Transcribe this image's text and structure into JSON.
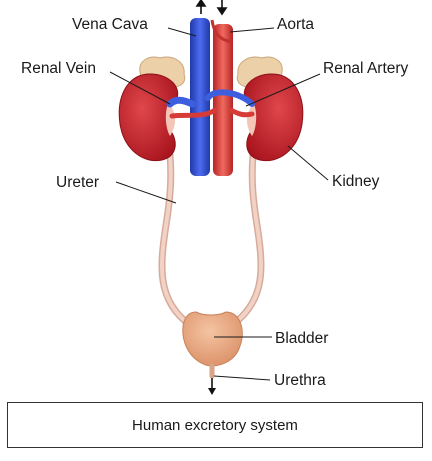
{
  "labels": {
    "vena_cava": "Vena Cava",
    "aorta": "Aorta",
    "renal_vein": "Renal Vein",
    "renal_artery": "Renal Artery",
    "ureter": "Ureter",
    "kidney": "Kidney",
    "bladder": "Bladder",
    "urethra": "Urethra"
  },
  "caption": "Human excretory system",
  "colors": {
    "kidney": "#c8232c",
    "vein": "#2f4fd0",
    "artery": "#d93a38",
    "adrenal": "#e9c9a0",
    "ureter": "#e9c2b3",
    "bladder": "#e8ad88"
  }
}
